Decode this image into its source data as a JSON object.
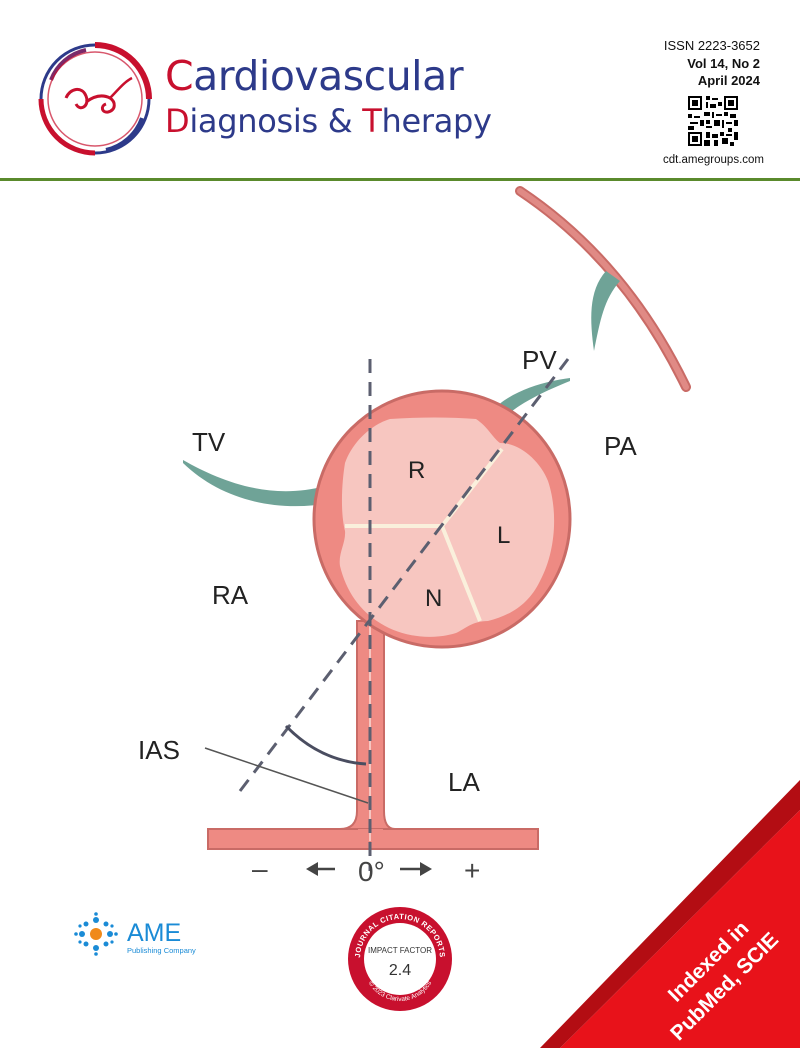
{
  "journal": {
    "title_line1_first": "C",
    "title_line1_rest": "ardiovascular",
    "title_line2_d": "D",
    "title_line2_mid": "iagnosis & ",
    "title_line2_t": "T",
    "title_line2_rest": "herapy",
    "issn": "ISSN  2223-3652",
    "volume": "Vol 14, No 2",
    "date": "April 2024",
    "website": "cdt.amegroups.com"
  },
  "diagram": {
    "labels": {
      "tv": "TV",
      "pv": "PV",
      "pa": "PA",
      "ra": "RA",
      "la": "LA",
      "ias": "IAS",
      "cusp_r": "R",
      "cusp_l": "L",
      "cusp_n": "N"
    },
    "axis": {
      "minus": "–",
      "zero": "0°",
      "plus": "+"
    },
    "colors": {
      "wall": "#ee8a83",
      "wall_dark": "#c96b66",
      "cusp_fill": "#f7c6c0",
      "valve_leaflet": "#6fa397",
      "pa_wall": "#d97a78"
    }
  },
  "publisher": {
    "name": "AME",
    "subtitle": "Publishing Company"
  },
  "impact_badge": {
    "ring_text_top": "JOURNAL CITATION REPORTS",
    "ring_text_bottom": "© 2023 Clarivate Analytics",
    "label": "IMPACT FACTOR",
    "value": "2.4"
  },
  "banner": {
    "line1": "Indexed in",
    "line2": "PubMed, SCIE"
  }
}
